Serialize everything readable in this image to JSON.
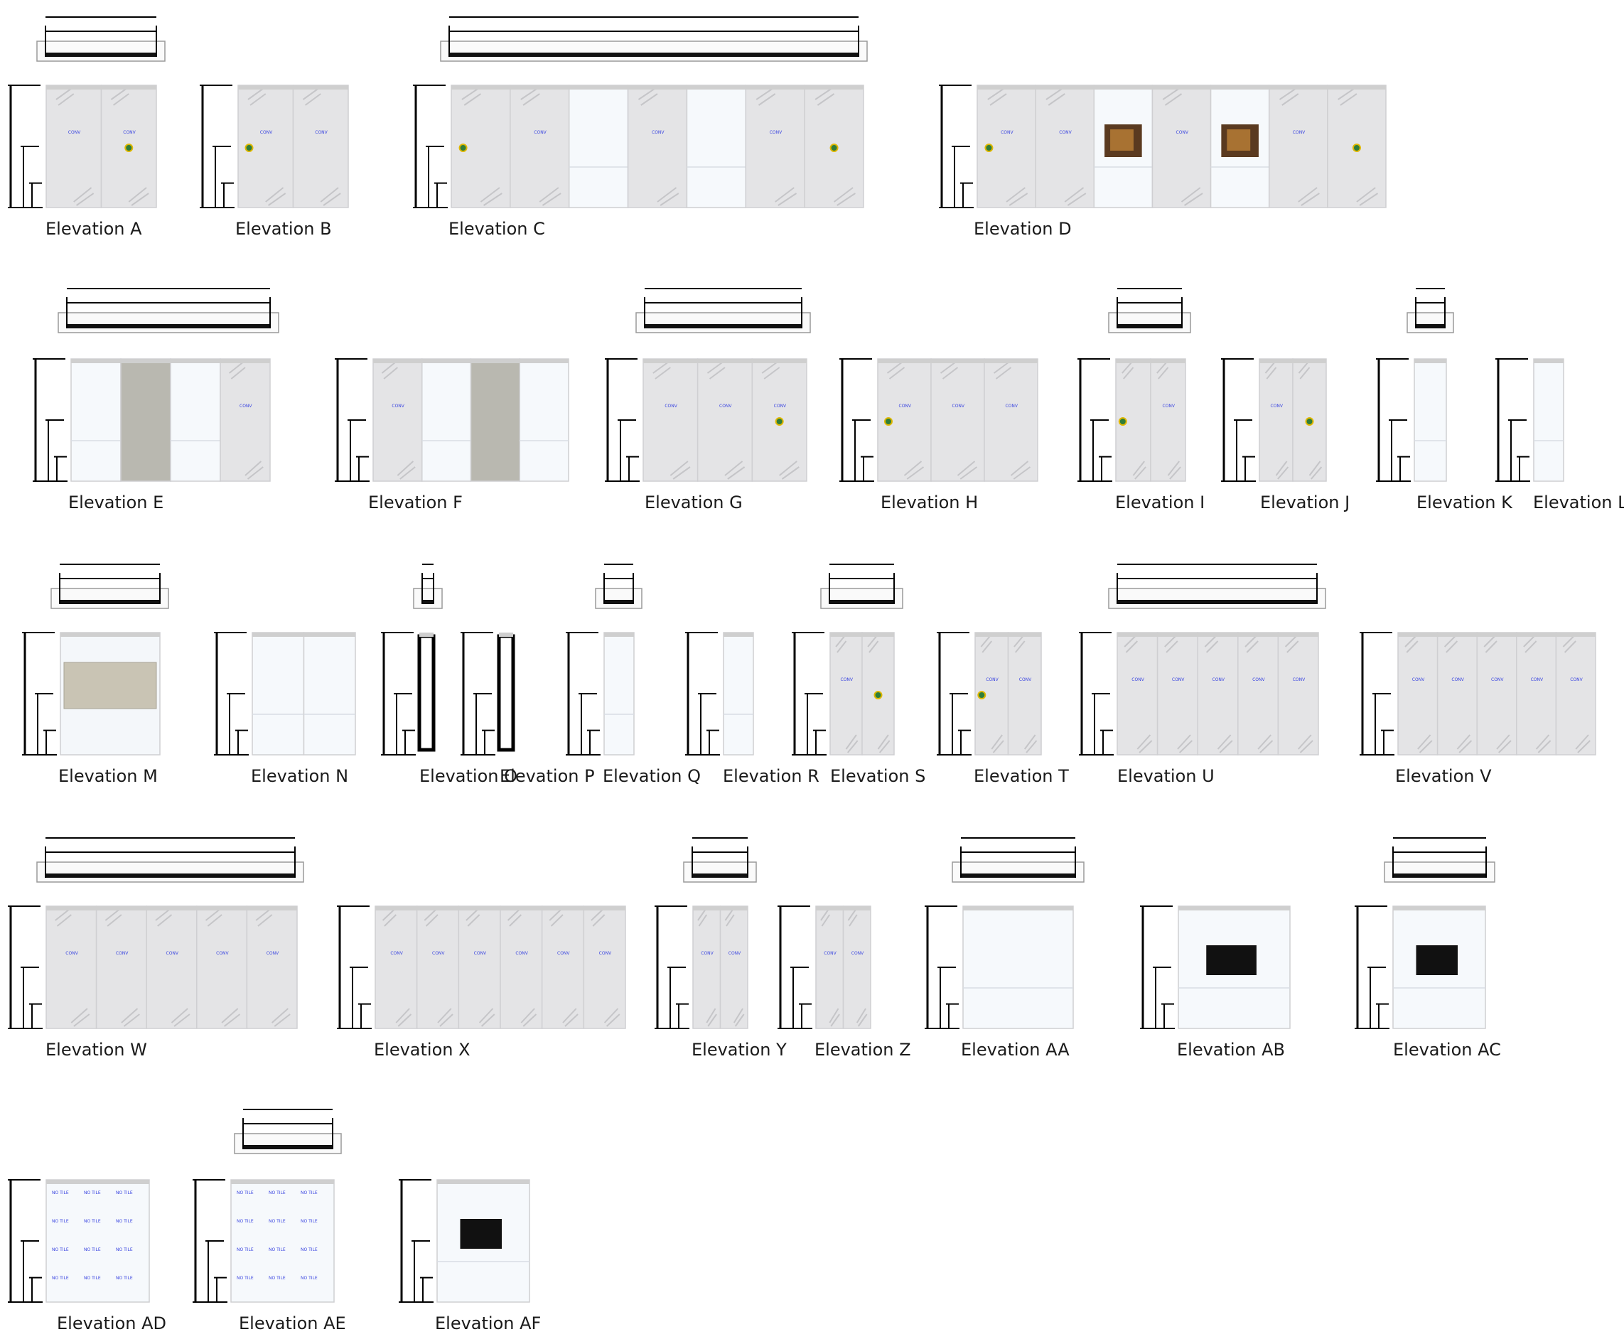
{
  "sheet": {
    "elevations": [
      {
        "label": "Elevation A",
        "panels": [
          "g",
          "g"
        ],
        "plan": true,
        "badges": [
          1
        ],
        "tags": [
          0,
          1
        ]
      },
      {
        "label": "Elevation B",
        "panels": [
          "g",
          "g"
        ],
        "plan": false,
        "badges": [
          0
        ],
        "tags": [
          0,
          1
        ]
      },
      {
        "label": "Elevation C",
        "panels": [
          "g",
          "g",
          "c",
          "g",
          "c",
          "g",
          "g"
        ],
        "plan": true,
        "badges": [
          0,
          6
        ],
        "tags": [
          1,
          3,
          5
        ]
      },
      {
        "label": "Elevation D",
        "panels": [
          "g",
          "g",
          "c",
          "g",
          "c",
          "g",
          "g"
        ],
        "plan": false,
        "badges": [
          0,
          6
        ],
        "tags": [
          0,
          1,
          3,
          5
        ],
        "photos": [
          2,
          4
        ]
      },
      {
        "label": "Elevation E",
        "panels": [
          "c",
          "s",
          "c",
          "g"
        ],
        "plan": true,
        "badges": [],
        "tags": [
          3
        ]
      },
      {
        "label": "Elevation F",
        "panels": [
          "g",
          "c",
          "s",
          "c"
        ],
        "plan": false,
        "badges": [],
        "tags": [
          0
        ]
      },
      {
        "label": "Elevation G",
        "panels": [
          "g",
          "g",
          "g"
        ],
        "plan": true,
        "badges": [
          2
        ],
        "tags": [
          0,
          1,
          2
        ]
      },
      {
        "label": "Elevation H",
        "panels": [
          "g",
          "g",
          "g"
        ],
        "plan": false,
        "badges": [
          0
        ],
        "tags": [
          0,
          1,
          2
        ]
      },
      {
        "label": "Elevation I",
        "panels": [
          "g",
          "g"
        ],
        "plan": true,
        "badges": [
          0
        ],
        "tags": [
          1
        ]
      },
      {
        "label": "Elevation J",
        "panels": [
          "g",
          "g"
        ],
        "plan": false,
        "badges": [
          1
        ],
        "tags": [
          0
        ]
      },
      {
        "label": "Elevation K",
        "panels": [
          "c"
        ],
        "plan": true,
        "badges": [],
        "tags": []
      },
      {
        "label": "Elevation L",
        "panels": [
          "c"
        ],
        "plan": false,
        "badges": [],
        "tags": []
      },
      {
        "label": "Elevation M",
        "panels": [
          "m"
        ],
        "plan": true,
        "badges": [],
        "tags": []
      },
      {
        "label": "Elevation N",
        "panels": [
          "c",
          "c"
        ],
        "plan": false,
        "badges": [],
        "tags": []
      },
      {
        "label": "Elevation O",
        "panels": [
          "o"
        ],
        "plan": true,
        "badges": [],
        "tags": []
      },
      {
        "label": "Elevation P",
        "panels": [
          "o"
        ],
        "plan": false,
        "badges": [],
        "tags": []
      },
      {
        "label": "Elevation Q",
        "panels": [
          "c"
        ],
        "plan": true,
        "badges": [],
        "tags": []
      },
      {
        "label": "Elevation R",
        "panels": [
          "c"
        ],
        "plan": false,
        "badges": [],
        "tags": []
      },
      {
        "label": "Elevation S",
        "panels": [
          "g",
          "g"
        ],
        "plan": true,
        "badges": [
          1
        ],
        "tags": [
          0
        ]
      },
      {
        "label": "Elevation T",
        "panels": [
          "g",
          "g"
        ],
        "plan": false,
        "badges": [
          0
        ],
        "tags": [
          0,
          1
        ]
      },
      {
        "label": "Elevation U",
        "panels": [
          "g",
          "g",
          "g",
          "g",
          "g"
        ],
        "plan": true,
        "badges": [],
        "tags": [
          0,
          1,
          2,
          3,
          4
        ]
      },
      {
        "label": "Elevation V",
        "panels": [
          "g",
          "g",
          "g",
          "g",
          "g"
        ],
        "plan": false,
        "badges": [],
        "tags": [
          0,
          1,
          2,
          3,
          4
        ]
      },
      {
        "label": "Elevation W",
        "panels": [
          "g",
          "g",
          "g",
          "g",
          "g"
        ],
        "plan": true,
        "badges": [],
        "tags": [
          0,
          1,
          2,
          3,
          4
        ]
      },
      {
        "label": "Elevation X",
        "panels": [
          "g",
          "g",
          "g",
          "g",
          "g",
          "g"
        ],
        "plan": false,
        "badges": [],
        "tags": [
          0,
          1,
          2,
          3,
          4,
          5
        ]
      },
      {
        "label": "Elevation Y",
        "panels": [
          "g",
          "g"
        ],
        "plan": true,
        "badges": [],
        "tags": [
          0,
          1
        ]
      },
      {
        "label": "Elevation Z",
        "panels": [
          "g",
          "g"
        ],
        "plan": false,
        "badges": [],
        "tags": [
          0,
          1
        ]
      },
      {
        "label": "Elevation AA",
        "panels": [
          "c"
        ],
        "plan": true,
        "badges": [],
        "tags": []
      },
      {
        "label": "Elevation AB",
        "panels": [
          "c"
        ],
        "plan": false,
        "badges": [],
        "tags": [],
        "screen": true
      },
      {
        "label": "Elevation AC",
        "panels": [
          "c"
        ],
        "plan": true,
        "badges": [],
        "tags": [],
        "screen": true
      },
      {
        "label": "Elevation AD",
        "panels": [
          "t"
        ],
        "plan": false,
        "badges": [],
        "tags": []
      },
      {
        "label": "Elevation AE",
        "panels": [
          "t"
        ],
        "plan": true,
        "badges": [],
        "tags": []
      },
      {
        "label": "Elevation AF",
        "panels": [
          "c"
        ],
        "plan": false,
        "badges": [],
        "tags": [],
        "screen": true
      }
    ],
    "panel_tag": "CONV",
    "tile_tag": "NO TILE"
  }
}
